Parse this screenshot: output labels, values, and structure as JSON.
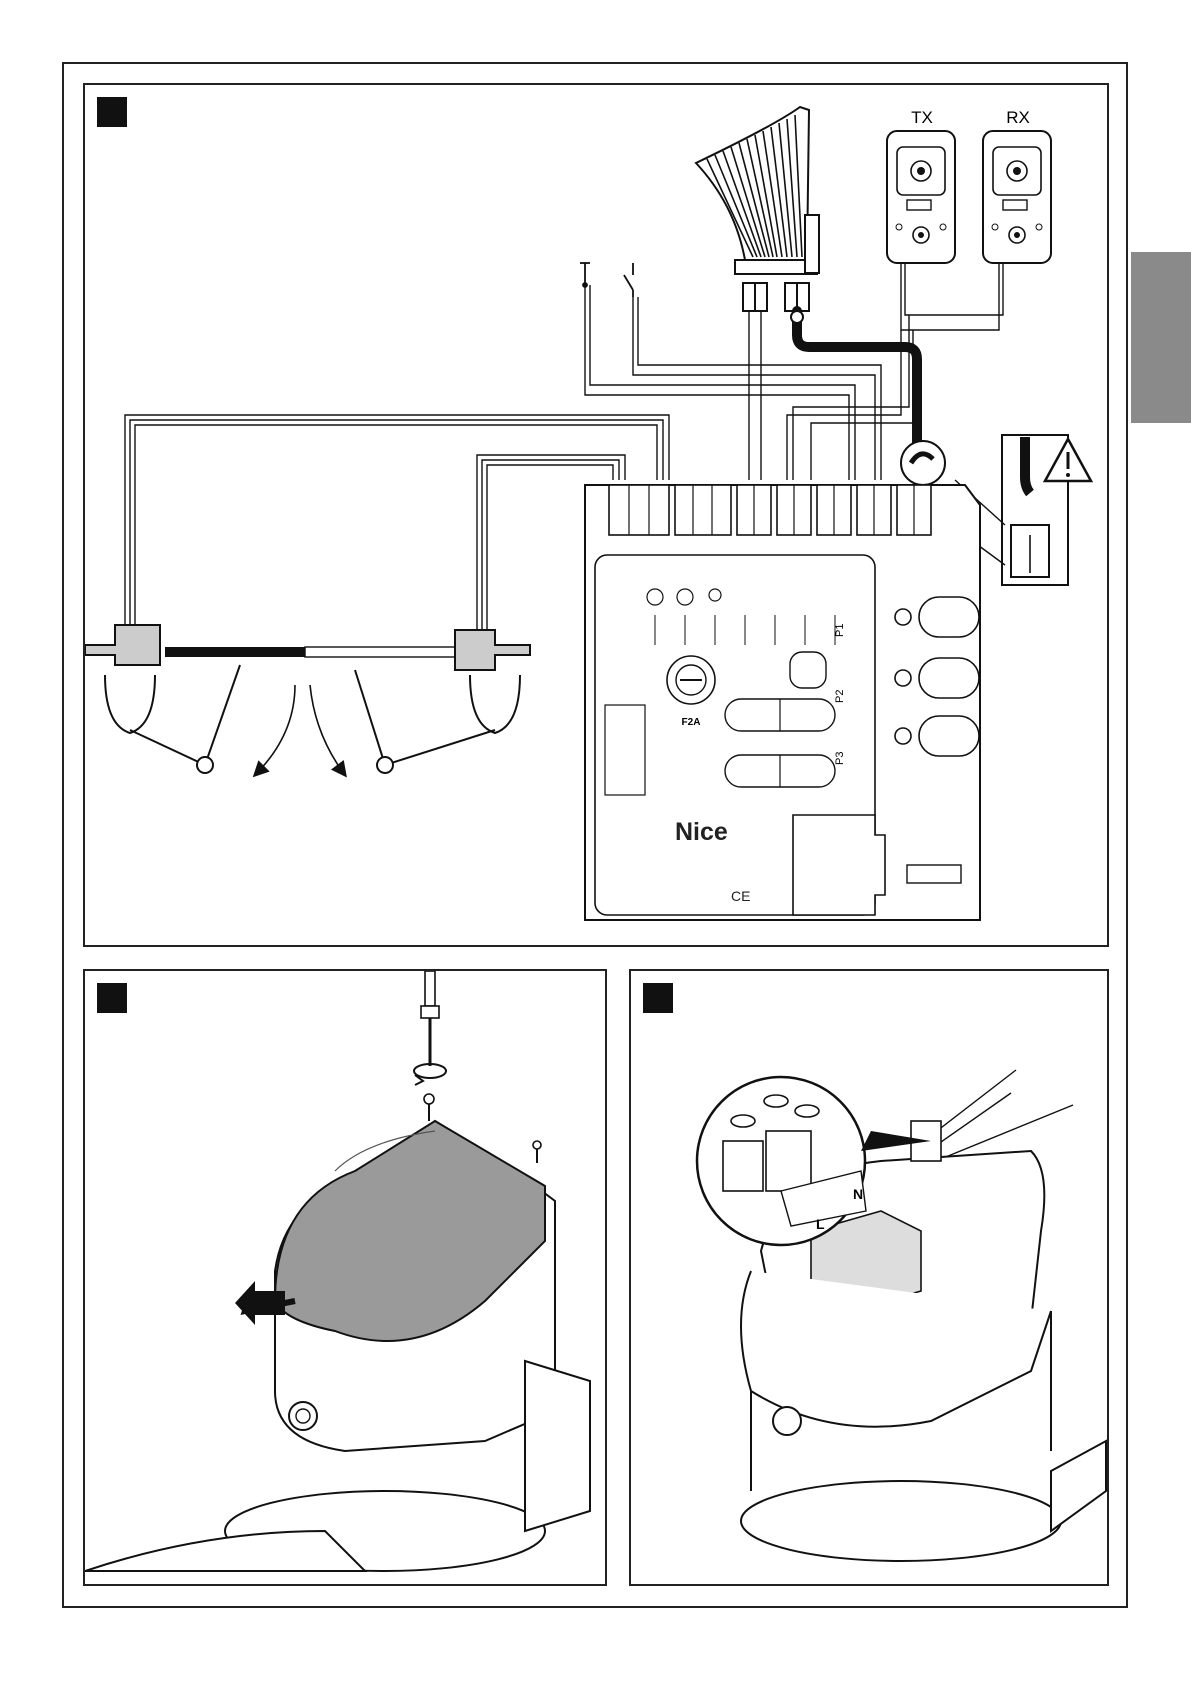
{
  "labels": {
    "tx": "TX",
    "rx": "RX",
    "p1": "P1",
    "p2": "P2",
    "p3": "P3",
    "fuse": "F2A",
    "brand": "Nice",
    "ce": "CE",
    "terminal_l": "L",
    "terminal_n": "N"
  },
  "colors": {
    "ink": "#111111",
    "frame": "#222222",
    "side_tab": "#8a8a8a",
    "cover_gray": "#9a9a9a",
    "light_gray": "#cfcfcf"
  },
  "icons": {
    "warning": "warning-triangle-icon",
    "flashing_light": "flashing-light-icon",
    "photocell": "photocell-icon",
    "screwdriver": "screwdriver-icon"
  }
}
